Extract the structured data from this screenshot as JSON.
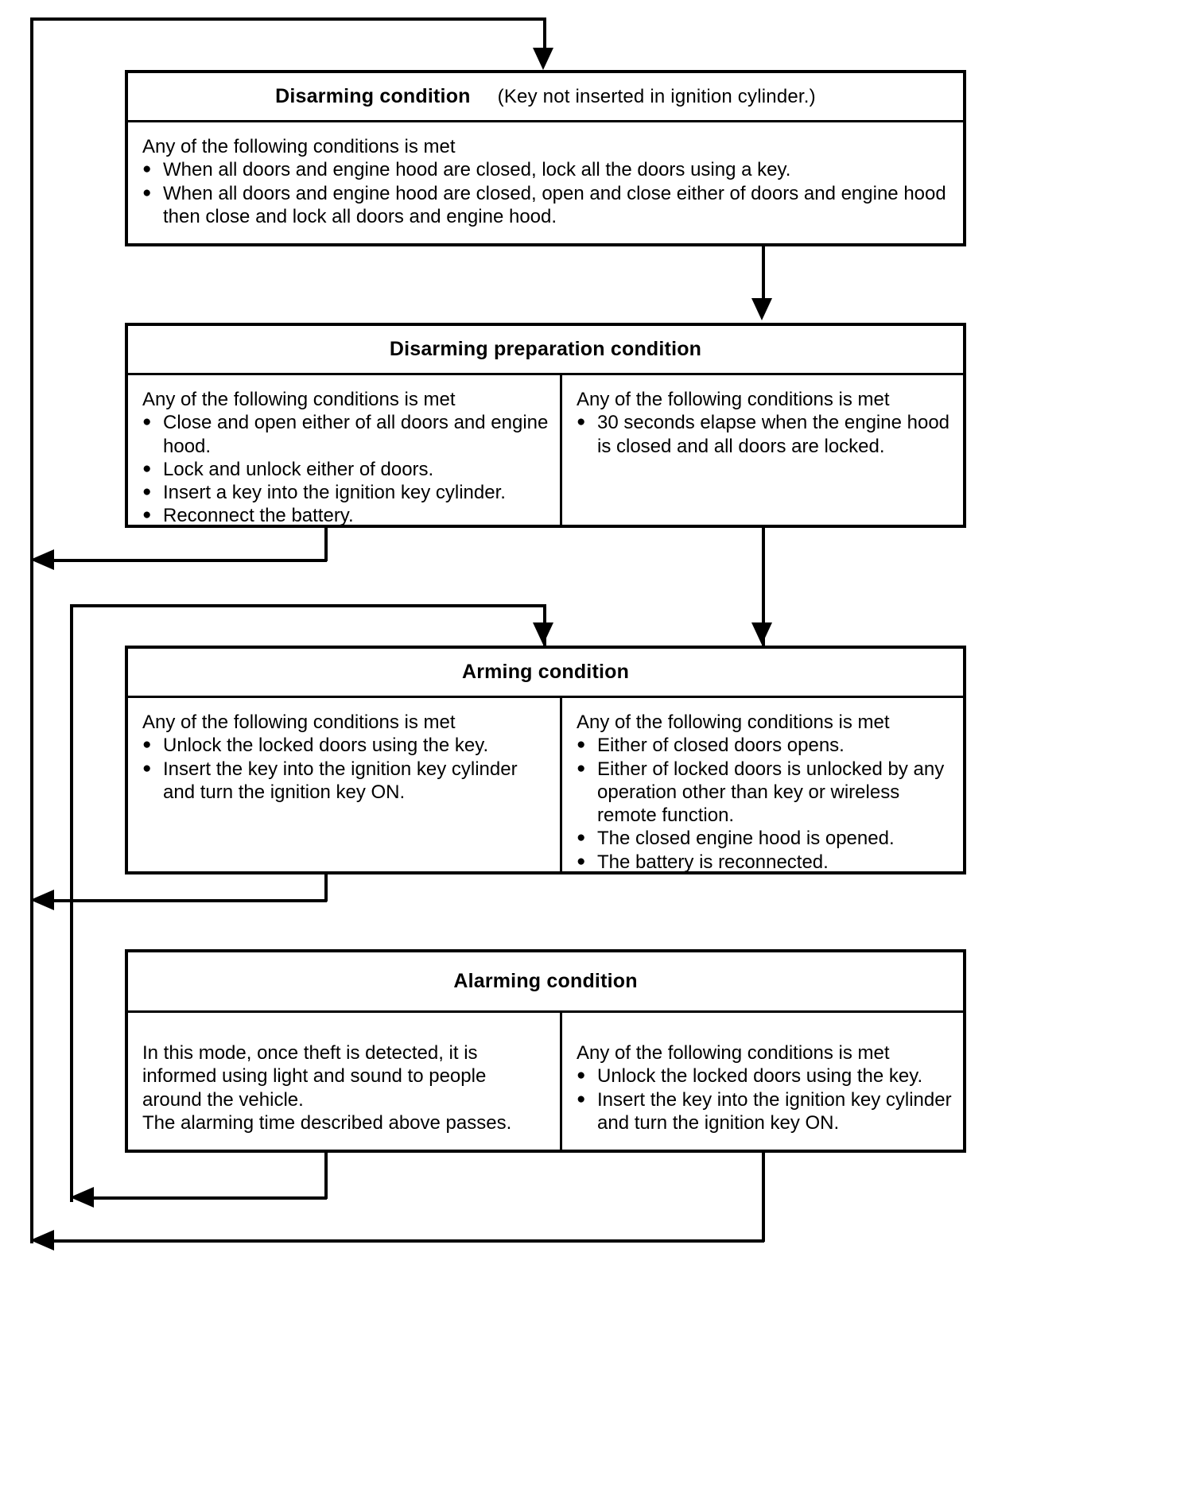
{
  "diagram": {
    "title": "Theft deterrent system state transition flow",
    "type": "state-flow-chart",
    "boxes": [
      {
        "id": "disarming",
        "title": "Disarming condition",
        "title_note": "(Key not inserted in ignition cylinder.)",
        "columns": [
          {
            "lead": "Any of the following conditions is met",
            "bullets": [
              "When all doors and engine hood are closed, lock all the doors using a key.",
              "When all doors and engine hood are closed, open and close either of doors and engine hood then close and lock all doors and engine hood."
            ]
          }
        ]
      },
      {
        "id": "disarming-preparation",
        "title": "Disarming preparation condition",
        "title_note": "",
        "columns": [
          {
            "lead": "Any of the following conditions is met",
            "bullets": [
              "Close and open either of all doors and engine hood.",
              "Lock and unlock either of doors.",
              "Insert a key into the ignition key cylinder.",
              "Reconnect the battery."
            ]
          },
          {
            "lead": "Any of the following conditions is met",
            "bullets": [
              "30 seconds elapse when the engine hood is closed and all doors are locked."
            ]
          }
        ]
      },
      {
        "id": "arming",
        "title": "Arming condition",
        "title_note": "",
        "columns": [
          {
            "lead": "Any of the following conditions is met",
            "bullets": [
              "Unlock the locked doors using the key.",
              "Insert the key into the ignition key cylinder and turn the ignition key ON."
            ]
          },
          {
            "lead": "Any of the following conditions is met",
            "bullets": [
              "Either of closed doors opens.",
              "Either of locked doors is unlocked by any operation other than key or wireless remote function.",
              "The closed engine hood is opened.",
              "The battery is reconnected."
            ]
          }
        ]
      },
      {
        "id": "alarming",
        "title": "Alarming condition",
        "title_note": "",
        "columns": [
          {
            "lead": "",
            "paragraphs": [
              "In this mode, once theft is detected, it is informed using light and sound to people around the vehicle.",
              "The alarming time described above passes."
            ]
          },
          {
            "lead": "Any of the following conditions is met",
            "bullets": [
              "Unlock the locked doors using the key.",
              "Insert the key into the ignition key cylinder and turn the ignition key ON."
            ]
          }
        ]
      }
    ],
    "colors": {
      "stroke": "#000000",
      "background": "#ffffff",
      "text": "#000000"
    }
  }
}
